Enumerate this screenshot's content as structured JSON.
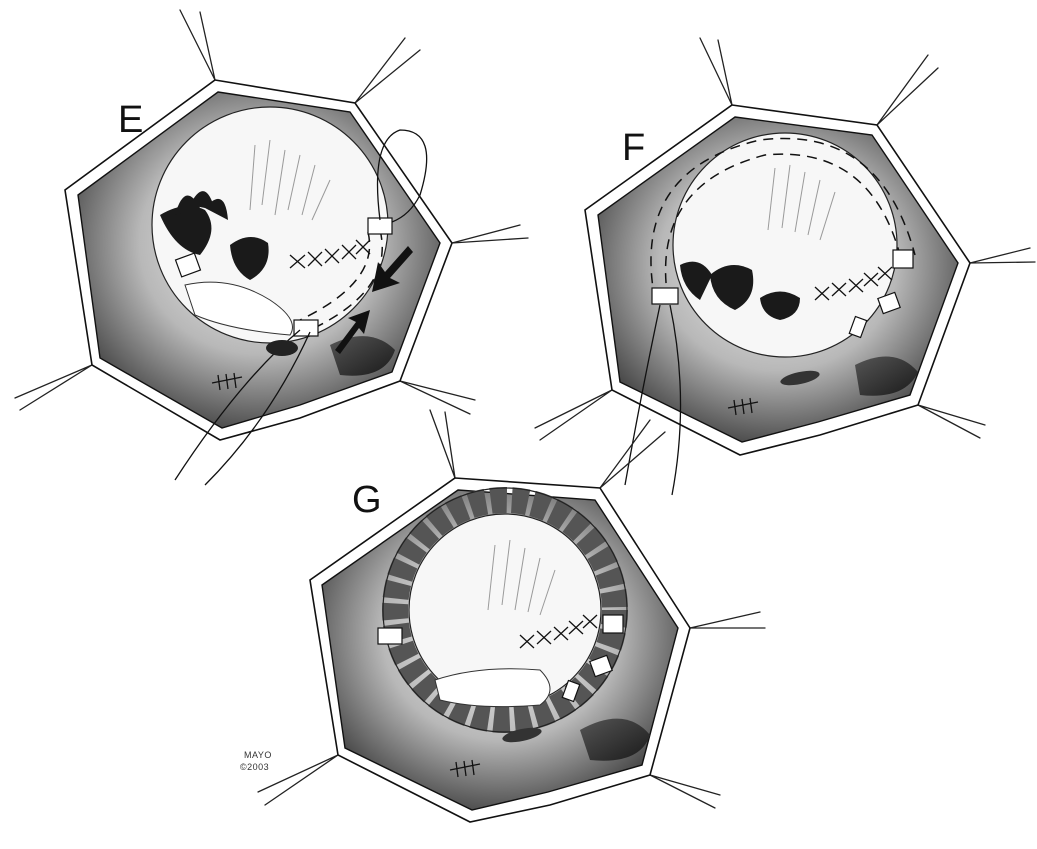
{
  "panels": [
    {
      "id": "E",
      "label": "E"
    },
    {
      "id": "F",
      "label": "F"
    },
    {
      "id": "G",
      "label": "G"
    }
  ],
  "credit": {
    "line1": "MAYO",
    "line2": "©2003"
  },
  "colors": {
    "ink": "#111111",
    "background": "#ffffff",
    "shade_dark": "#2a2a2a",
    "shade_mid": "#8c8c8c",
    "shade_light": "#d9d9d9"
  }
}
